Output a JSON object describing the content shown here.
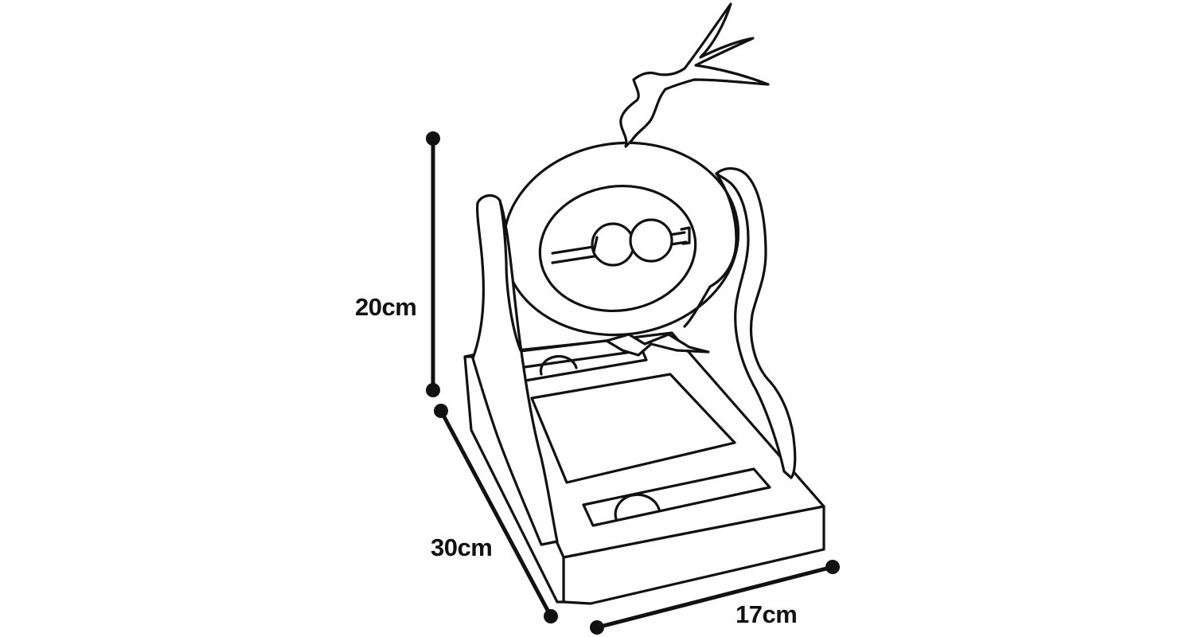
{
  "dimensions": {
    "height": "20cm",
    "depth": "30cm",
    "width": "17cm"
  },
  "colors": {
    "line": "#111111",
    "background": "#ffffff"
  }
}
